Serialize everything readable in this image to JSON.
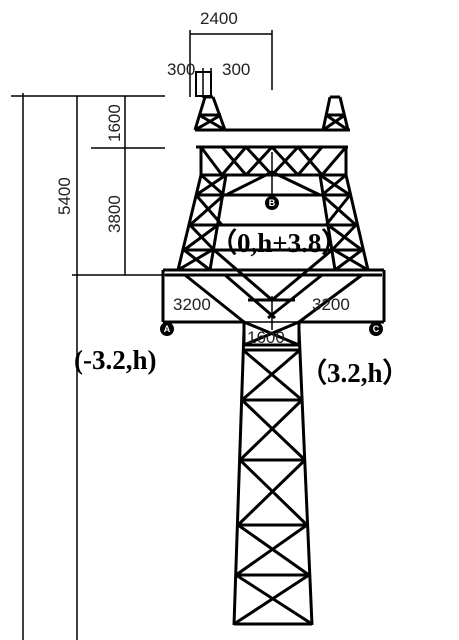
{
  "dimensions": {
    "top_width": "2400",
    "left_offset": "300",
    "right_offset": "300",
    "total_height": "5400",
    "upper_height": "1600",
    "lower_height": "3800",
    "left_arm": "3200",
    "right_arm": "3200",
    "waist_width": "1600"
  },
  "points": {
    "a": {
      "label": "A",
      "coord": "(-3.2,h)"
    },
    "b": {
      "label": "B",
      "coord": "（0,h+3.8）"
    },
    "c": {
      "label": "C",
      "coord": "（3.2,h）"
    }
  }
}
